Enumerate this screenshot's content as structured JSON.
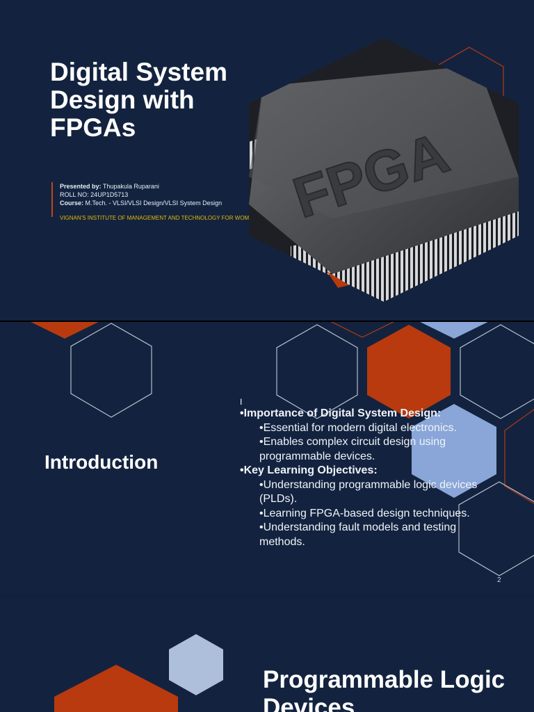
{
  "slide1": {
    "title": "Digital System Design with FPGAs",
    "presenter_label": "Presented by:",
    "presenter_name": "Thupakula Ruparani",
    "roll": "ROLL NO: 24UP1D5713",
    "course_label": "Course:",
    "course_value": "M.Tech. - VLSI/VLSI Design/VLSI System Design",
    "institute": "VIGNAN'S INSTITUTE OF MANAGEMENT AND TECHNOLOGY FOR WOMEN",
    "chip_label": "FPGA"
  },
  "slide2": {
    "title": "Introduction",
    "cursor": "I",
    "bullets": [
      {
        "level": 1,
        "text": "•Importance of Digital System Design:"
      },
      {
        "level": 2,
        "text": "•Essential for modern digital electronics."
      },
      {
        "level": 2,
        "text": "•Enables complex circuit design using programmable devices."
      },
      {
        "level": 1,
        "text": "•Key Learning Objectives:"
      },
      {
        "level": 2,
        "text": "•Understanding programmable logic devices (PLDs)."
      },
      {
        "level": 2,
        "text": "•Learning FPGA-based design techniques."
      },
      {
        "level": 2,
        "text": "•Understanding fault models and testing methods."
      }
    ],
    "page_number": "2"
  },
  "slide3": {
    "title": "Programmable Logic Devices"
  },
  "colors": {
    "background": "#13233f",
    "orange": "#b83a0e",
    "light_blue": "#8aa6d8",
    "pale_blue": "#aebfdc",
    "institute_text": "#e6b800"
  }
}
